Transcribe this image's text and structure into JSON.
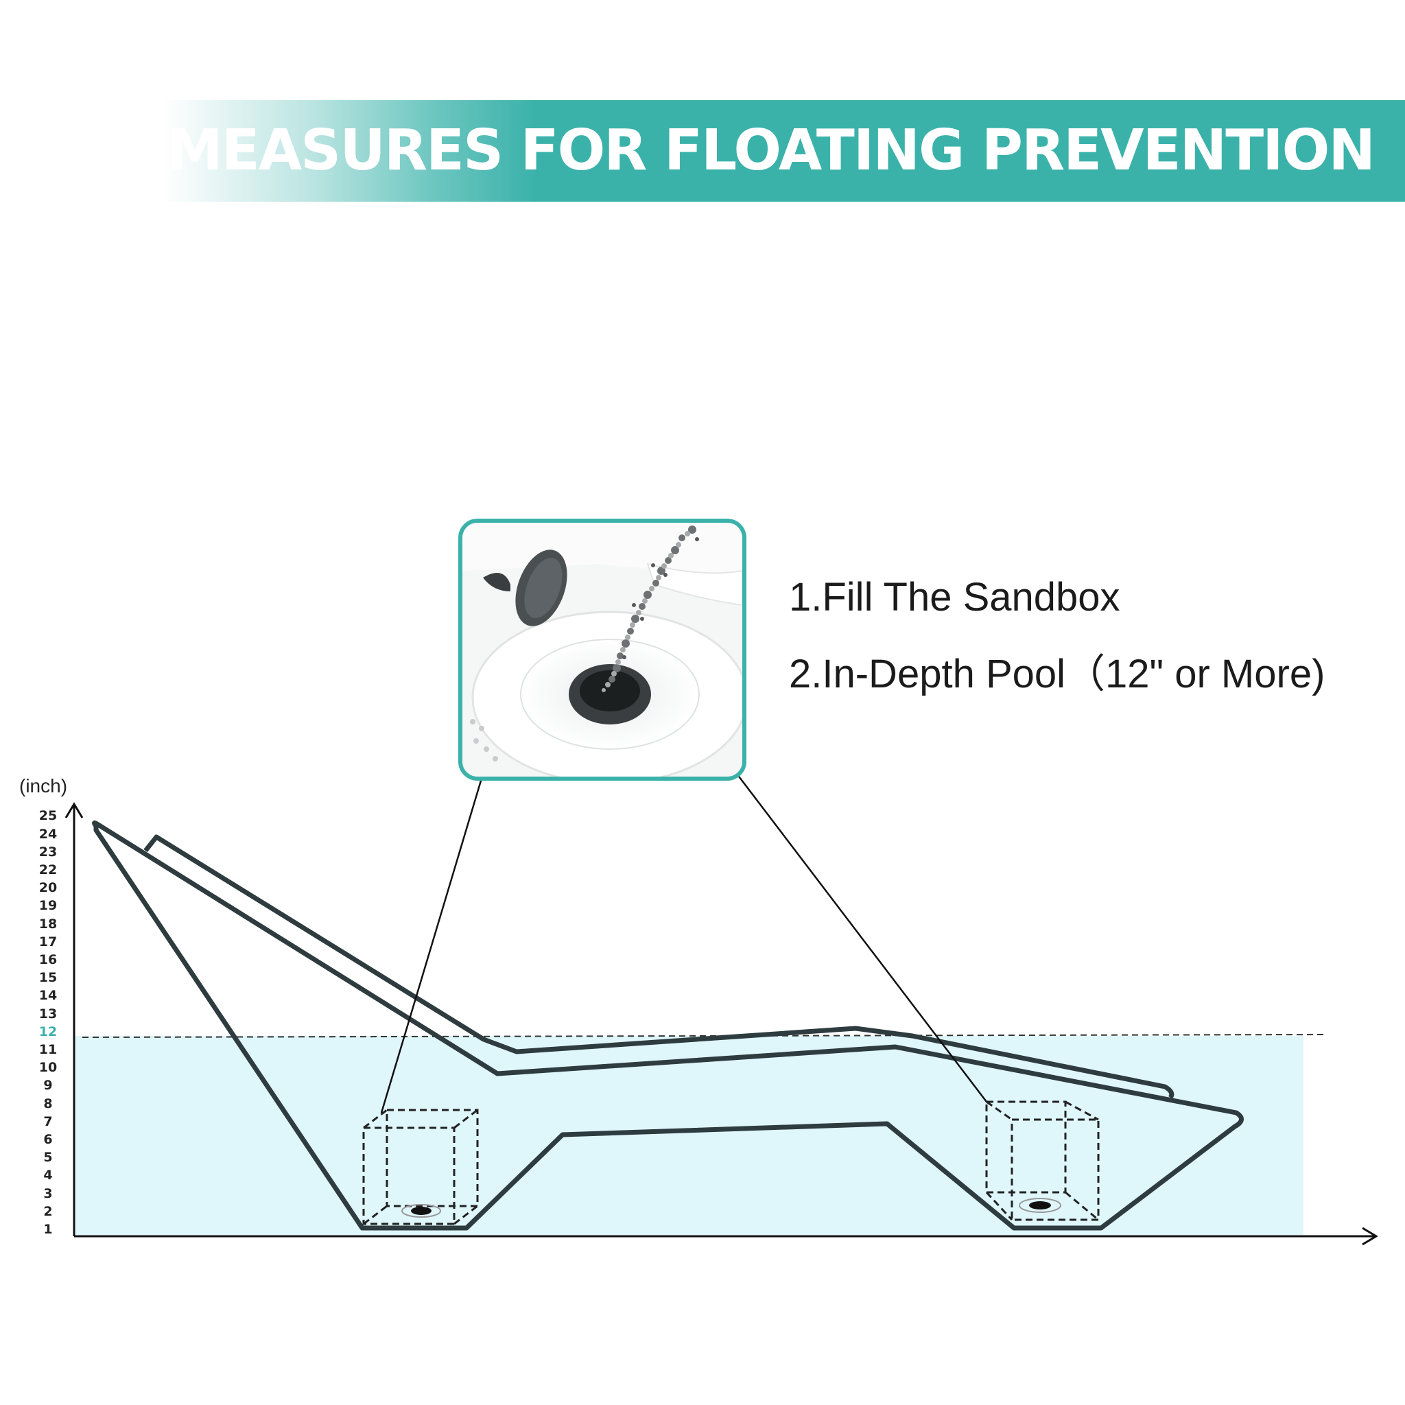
{
  "banner": {
    "title": "MEASURES FOR FLOATING PREVENTION"
  },
  "steps": [
    {
      "label": "1.Fill The Sandbox"
    },
    {
      "label": "2.In-Depth Pool（12\" or More)"
    }
  ],
  "axis": {
    "unit": "(inch)",
    "ticks": [
      "1",
      "2",
      "3",
      "4",
      "5",
      "6",
      "7",
      "8",
      "9",
      "10",
      "11",
      "12",
      "13",
      "14",
      "15",
      "16",
      "17",
      "18",
      "19",
      "20",
      "22",
      "23",
      "24",
      "25"
    ],
    "highlight_tick": "12"
  },
  "photo": {
    "subject": "sandbox filling with gravel",
    "icon": "gravel-pour-photo"
  },
  "colors": {
    "accent": "#3ab2aa",
    "water": "#dff6fb",
    "outline": "#2e3c40"
  }
}
